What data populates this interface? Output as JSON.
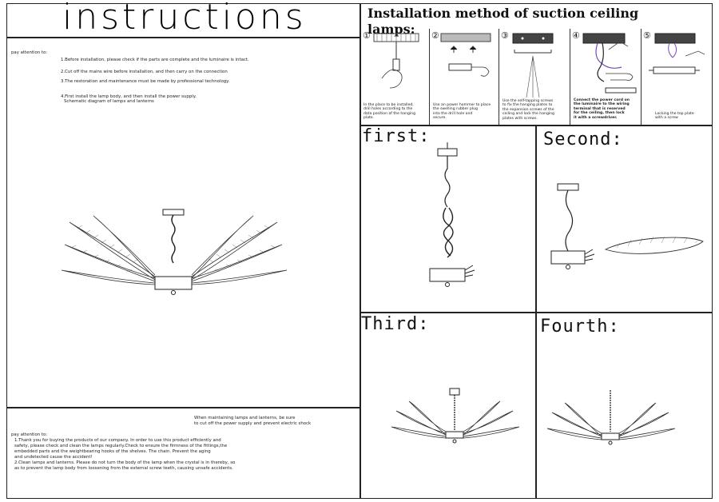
{
  "left": {
    "title": "instructions",
    "attention_head": "pay attention to:",
    "notes": [
      "1.Before installation, please check if the parts are complete and the luminaire is intact.",
      "2.Cut off the mains wire before installation, and then carry on the connection",
      "3.The restoration and maintenance must be made by professional technology.",
      "4.First install the lamp body, and then install the power supply.",
      "Schematic diagram of lamps and lanterns"
    ],
    "bottom_note": [
      "When maintaining lamps and lanterns, be sure",
      "to cut off the power supply and prevent electric shock"
    ],
    "bottom_attention_head": "pay attention to:",
    "bottom_paragraphs": [
      "1.Thank you for buying the products of our company. In order to use this product efficiently and",
      "safety, please check and clean the lamps regularly.Check to ensure the firmness of the fittings,the",
      "embedded parts and the weightbearing hooks of the shelves. The chain. Prevent the aging",
      "and undetected cause the accident!",
      "2.Clean lamps and lanterns. Please do not turn the body of the lamp when the crystal is in thereby, so",
      "as to prevent the lamp body from loosening from the external screw teeth, causing unsafe accidents."
    ]
  },
  "right": {
    "title_line1": "Installation method of suction ceiling",
    "title_line2": "lamps:",
    "steps": [
      {
        "num": "①",
        "text": [
          "In the place to be installed,",
          "drill holes according to the",
          "data position of the hanging",
          "plate."
        ]
      },
      {
        "num": "②",
        "text": [
          "Use an power hammer to place",
          "the swelling rubber plug",
          "into the drill hole and",
          "secure."
        ]
      },
      {
        "num": "③",
        "text": [
          "Use the self-tapping screws",
          "to fix the hanging plates to",
          "the expansion screws of the",
          "ceiling and lock the hanging",
          "plates with screws."
        ]
      },
      {
        "num": "④",
        "text": [
          "Connect the power cord on",
          "the luminaire to the wiring",
          "terminal that is reserved",
          "for the ceiling, then lock",
          "it with a screwdriver."
        ]
      },
      {
        "num": "⑤",
        "text": [
          "Locking the top plate",
          "with a screw"
        ]
      }
    ],
    "quadrants": {
      "first": "first:",
      "second": "Second:",
      "third": "Third:",
      "fourth": "Fourth:"
    }
  }
}
